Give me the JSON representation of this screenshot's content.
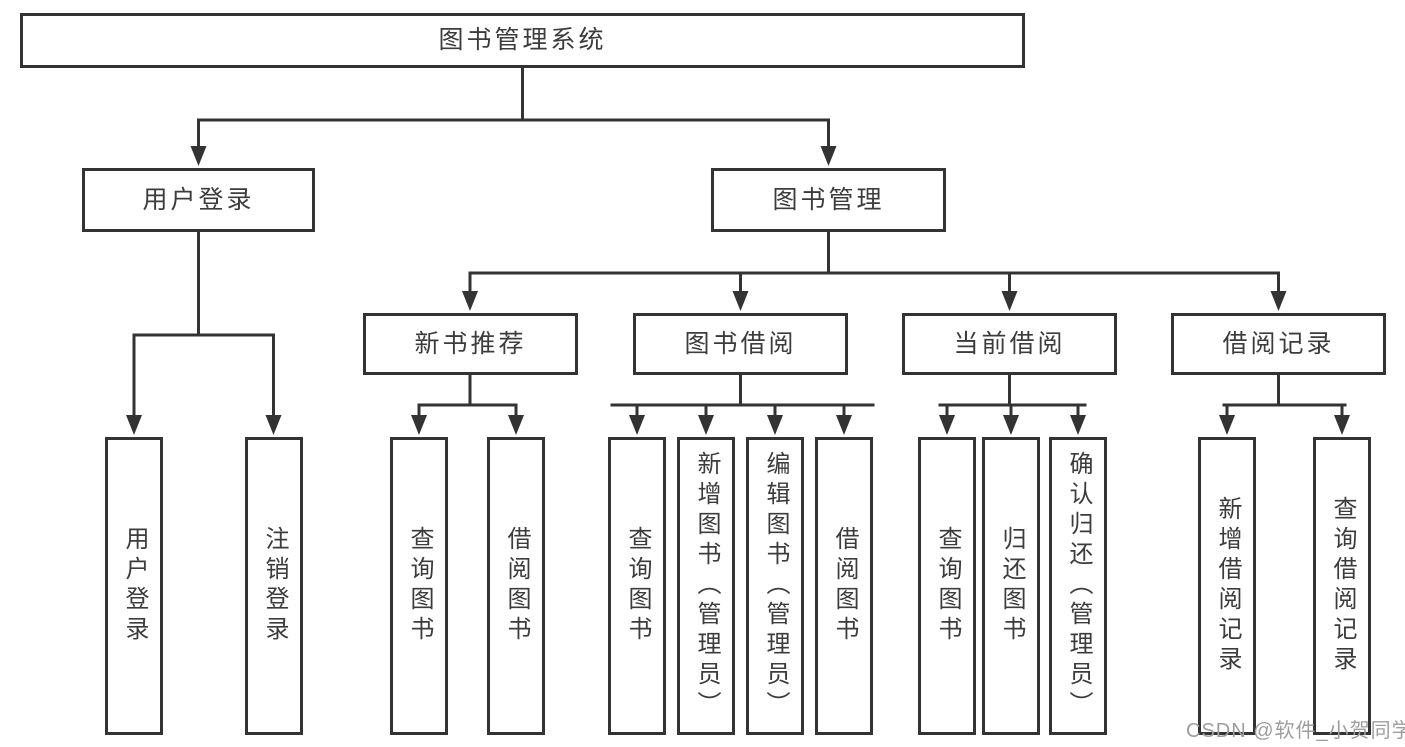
{
  "diagram": {
    "title": "图书管理系统",
    "branches": [
      {
        "label": "用户登录",
        "children": [
          {
            "label": "用户登录"
          },
          {
            "label": "注销登录"
          }
        ]
      },
      {
        "label": "图书管理",
        "children": [
          {
            "label": "新书推荐",
            "children": [
              {
                "label": "查询图书"
              },
              {
                "label": "借阅图书"
              }
            ]
          },
          {
            "label": "图书借阅",
            "children": [
              {
                "label": "查询图书"
              },
              {
                "label": "新增图书（管理员）"
              },
              {
                "label": "编辑图书（管理员）"
              },
              {
                "label": "借阅图书"
              }
            ]
          },
          {
            "label": "当前借阅",
            "children": [
              {
                "label": "查询图书"
              },
              {
                "label": "归还图书"
              },
              {
                "label": "确认归还（管理员）"
              }
            ]
          },
          {
            "label": "借阅记录",
            "children": [
              {
                "label": "新增借阅记录"
              },
              {
                "label": "查询借阅记录"
              }
            ]
          }
        ]
      }
    ]
  },
  "watermark": "CSDN @软件_小贺同学",
  "colors": {
    "line": "#333333",
    "text": "#3c3c3c",
    "watermark": "#9e9e9e",
    "background": "#ffffff"
  }
}
